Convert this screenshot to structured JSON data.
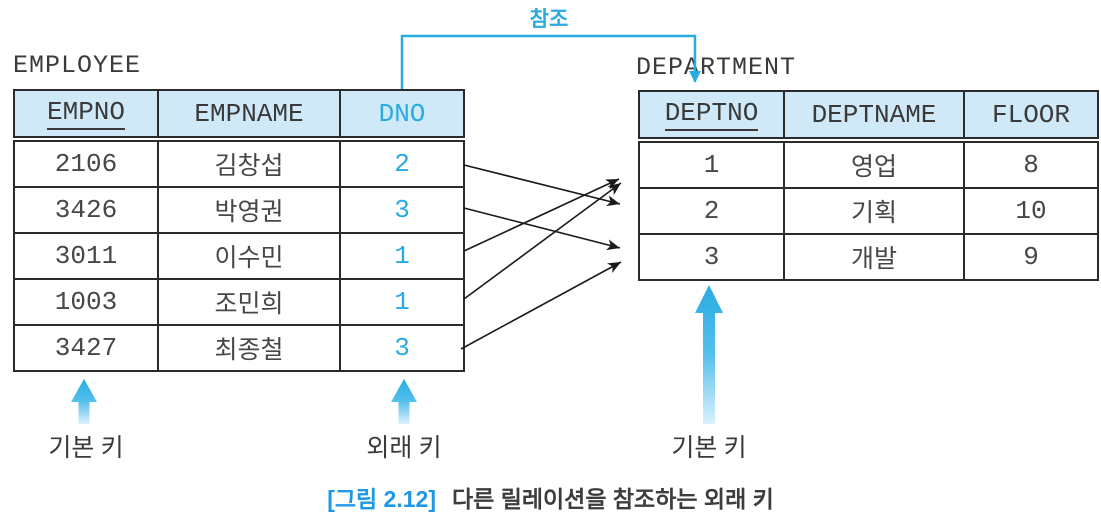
{
  "figure": {
    "reference_label": "참조",
    "caption_number": "[그림 2.12]",
    "caption_text": "다른 릴레이션을 참조하는 외래 키"
  },
  "employee_table": {
    "title": "EMPLOYEE",
    "columns": [
      "EMPNO",
      "EMPNAME",
      "DNO"
    ],
    "primary_key_column": "EMPNO",
    "foreign_key_column": "DNO",
    "rows": [
      {
        "empno": "2106",
        "empname": "김창섭",
        "dno": "2"
      },
      {
        "empno": "3426",
        "empname": "박영권",
        "dno": "3"
      },
      {
        "empno": "3011",
        "empname": "이수민",
        "dno": "1"
      },
      {
        "empno": "1003",
        "empname": "조민희",
        "dno": "1"
      },
      {
        "empno": "3427",
        "empname": "최종철",
        "dno": "3"
      }
    ]
  },
  "department_table": {
    "title": "DEPARTMENT",
    "columns": [
      "DEPTNO",
      "DEPTNAME",
      "FLOOR"
    ],
    "primary_key_column": "DEPTNO",
    "rows": [
      {
        "deptno": "1",
        "deptname": "영업",
        "floor": "8"
      },
      {
        "deptno": "2",
        "deptname": "기획",
        "floor": "10"
      },
      {
        "deptno": "3",
        "deptname": "개발",
        "floor": "9"
      }
    ]
  },
  "annotations": {
    "pk_left_label": "기본 키",
    "fk_label": "외래 키",
    "pk_right_label": "기본 키"
  },
  "relations": [
    {
      "from_empno": "2106",
      "dno": "2",
      "to_deptno": "2"
    },
    {
      "from_empno": "3426",
      "dno": "3",
      "to_deptno": "3"
    },
    {
      "from_empno": "3011",
      "dno": "1",
      "to_deptno": "1"
    },
    {
      "from_empno": "1003",
      "dno": "1",
      "to_deptno": "1"
    },
    {
      "from_empno": "3427",
      "dno": "3",
      "to_deptno": "3"
    }
  ],
  "colors": {
    "accent": "#29abe2",
    "caption-blue": "#1e97e4",
    "header-bg": "#cfe9f8",
    "table-border": "#2b2b2b",
    "text-dark": "#3a3a3a"
  }
}
